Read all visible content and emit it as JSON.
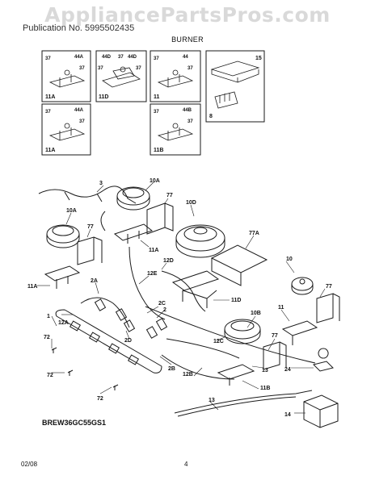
{
  "watermark": "AppliancePartsPros.com",
  "header": {
    "publication": "Publication No. 5995502435",
    "model": "BREW36GC55GS1"
  },
  "title": "BURNER",
  "model_code": "BREW36GC55GS1",
  "footer": {
    "date": "02/08",
    "page": "4"
  },
  "inset_labels": {
    "box1": [
      "37",
      "44A",
      "37",
      "11A"
    ],
    "box2": [
      "44D",
      "37",
      "44D",
      "37",
      "37",
      "11D"
    ],
    "box3": [
      "37",
      "44",
      "37",
      "11"
    ],
    "box4": [
      "15",
      "8"
    ],
    "box5": [
      "37",
      "44A",
      "37",
      "11A"
    ],
    "box6": [
      "37",
      "44B",
      "37",
      "11B"
    ]
  },
  "callouts": [
    "3",
    "10A",
    "77",
    "10D",
    "10A",
    "77",
    "77A",
    "11A",
    "12D",
    "10",
    "12E",
    "77",
    "11A",
    "2A",
    "11D",
    "12A",
    "2C",
    "2",
    "11",
    "1",
    "10B",
    "2D",
    "12C",
    "77",
    "72",
    "2B",
    "13",
    "24",
    "72",
    "12B",
    "11B",
    "72",
    "13",
    "14"
  ],
  "colors": {
    "line": "#1a1a1a",
    "watermark": "#d9d9d9"
  }
}
